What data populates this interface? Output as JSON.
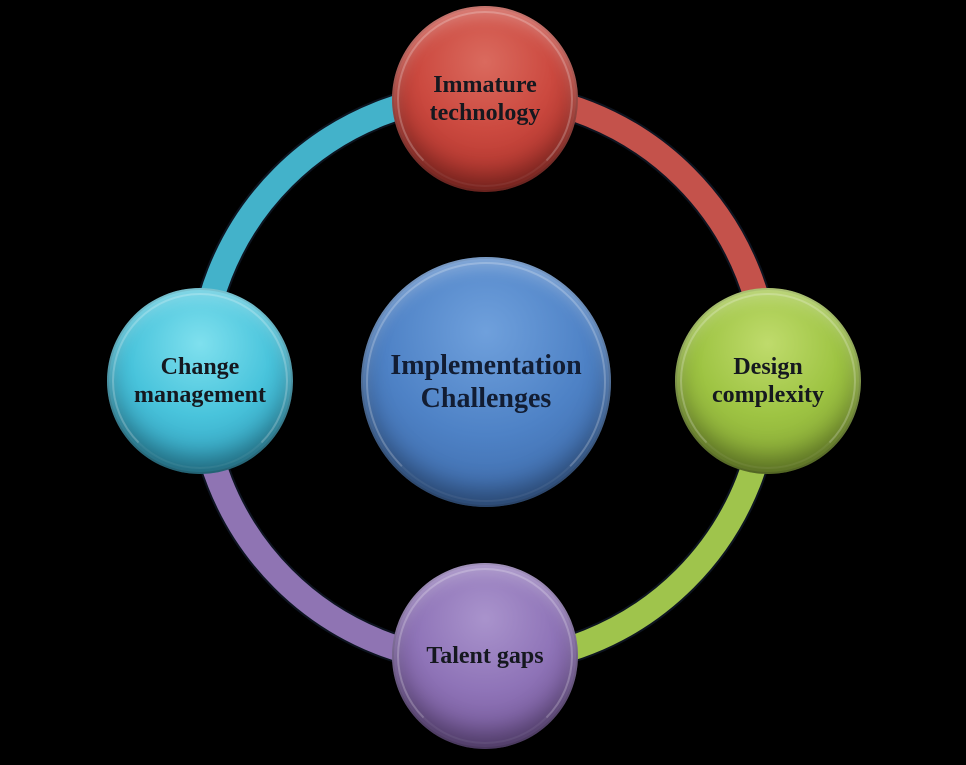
{
  "diagram": {
    "type": "cycle",
    "background_color": "#000000",
    "text_color": "#15181f",
    "center": {
      "label": "Implementation Challenges",
      "color": "#4F81BD"
    },
    "nodes": [
      {
        "id": "top",
        "label": "Immature technology",
        "color": "#C0504D"
      },
      {
        "id": "right",
        "label": "Design complexity",
        "color": "#9BBB59"
      },
      {
        "id": "bottom",
        "label": "Talent gaps",
        "color": "#8064A2"
      },
      {
        "id": "left",
        "label": "Change management",
        "color": "#4BACC6"
      }
    ],
    "ring": {
      "segments": [
        {
          "from": "left",
          "to": "top",
          "color": "#43b2ca"
        },
        {
          "from": "top",
          "to": "right",
          "color": "#c4524b"
        },
        {
          "from": "right",
          "to": "bottom",
          "color": "#9fc44c"
        },
        {
          "from": "bottom",
          "to": "left",
          "color": "#8f74b3"
        }
      ]
    }
  }
}
